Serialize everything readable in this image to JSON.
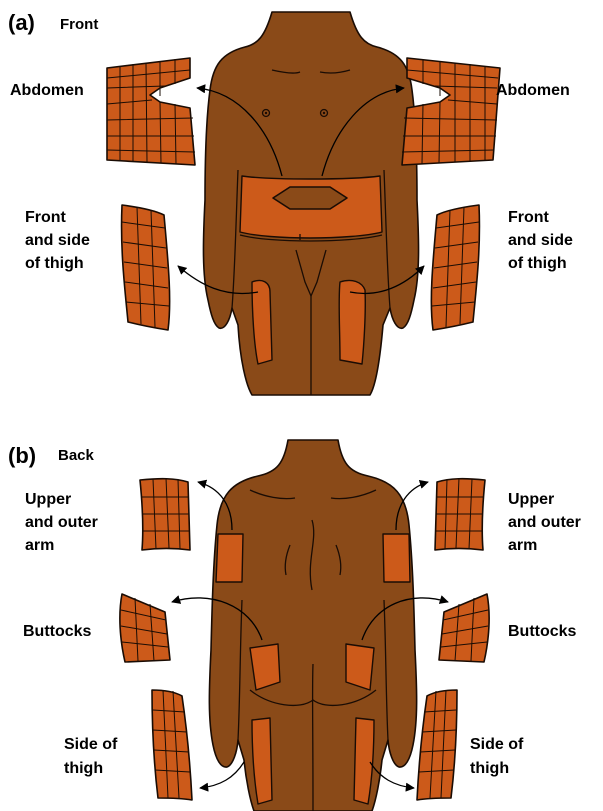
{
  "panels": {
    "front": {
      "letter": "(a)",
      "title": "Front",
      "labels": {
        "abdomen_left": "Abdomen",
        "abdomen_right": "Abdomen",
        "thigh_left": [
          "Front",
          "and side",
          "of thigh"
        ],
        "thigh_right": [
          "Front",
          "and side",
          "of thigh"
        ]
      }
    },
    "back": {
      "letter": "(b)",
      "title": "Back",
      "labels": {
        "arm_left": [
          "Upper",
          "and outer",
          "arm"
        ],
        "arm_right": [
          "Upper",
          "and outer",
          "arm"
        ],
        "buttocks_left": "Buttocks",
        "buttocks_right": "Buttocks",
        "thigh_left": [
          "Side of",
          "thigh"
        ],
        "thigh_right": [
          "Side of",
          "thigh"
        ]
      }
    }
  },
  "colors": {
    "skin": "#8a4a18",
    "injection_site": "#cc5a1a",
    "outline": "#1a0c04"
  }
}
